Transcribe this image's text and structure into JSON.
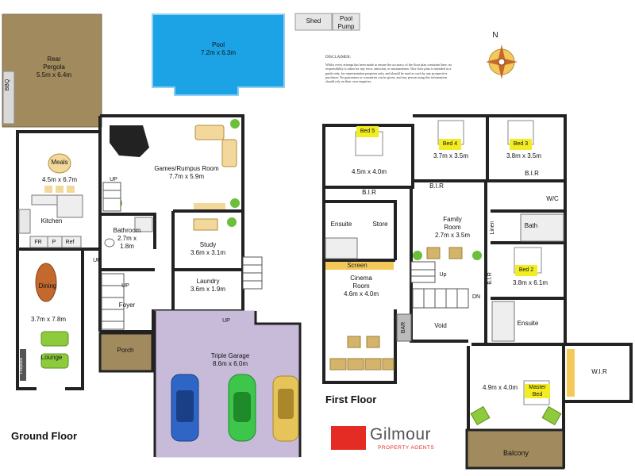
{
  "floors": {
    "ground_title": "Ground Floor",
    "first_title": "First Floor"
  },
  "outdoor": {
    "pool_name": "Pool",
    "pool_size": "7.2m x 6.3m",
    "shed": "Shed",
    "pool_pump_1": "Pool",
    "pool_pump_2": "Pump",
    "pergola_name_1": "Rear",
    "pergola_name_2": "Pergola",
    "pergola_size": "5.5m x 6.4m",
    "bbq": "BBQ"
  },
  "ground": {
    "meals": "Meals",
    "meals_size": "4.5m x 6.7m",
    "kitchen": "Kitchen",
    "fr": "FR",
    "p": "P",
    "ref": "Ref",
    "games_name": "Games/Rumpus Room",
    "games_size": "7.7m x 5.9m",
    "bathroom_name": "Bathroom",
    "bathroom_size_1": "2.7m x",
    "bathroom_size_2": "1.8m",
    "study_name": "Study",
    "study_size": "3.6m x 3.1m",
    "laundry_name": "Laundry",
    "laundry_size": "3.6m x 1.9m",
    "dining": "Dining",
    "lounge_size": "3.7m x 7.8m",
    "lounge": "Lounge",
    "fireplace": "Fireplace",
    "foyer": "Foyer",
    "porch": "Porch",
    "garage_name": "Triple Garage",
    "garage_size": "8.6m x 6.0m",
    "up": "UP"
  },
  "first": {
    "bed5": "Bed 5",
    "bed5_size": "4.5m x 4.0m",
    "bed4": "Bed 4",
    "bed4_size": "3.7m x 3.5m",
    "bed3": "Bed 3",
    "bed3_size": "3.8m x 3.5m",
    "bir": "B.I.R",
    "wc": "W/C",
    "ensuite": "Ensuite",
    "store": "Store",
    "family_name": "Family",
    "family_name_2": "Room",
    "family_size": "2.7m x 3.5m",
    "linen": "Linen",
    "bath": "Bath",
    "bed2": "Bed 2",
    "bed2_size": "3.8m x 6.1m",
    "screen": "Screen",
    "cinema_1": "Cinema",
    "cinema_2": "Room",
    "cinema_size": "4.6m x 4.0m",
    "up": "Up",
    "dn": "DN",
    "bar": "BAR",
    "void": "Void",
    "master_size": "4.9m x 4.0m",
    "master_1": "Master",
    "master_2": "Bed",
    "wir": "W.I.R",
    "balcony": "Balcony"
  },
  "compass": {
    "north": "N"
  },
  "disclaimer": {
    "heading": "DISCLAIMER:",
    "text": "Whilst every attempt has been made to ensure the accuracy of the floor plan contained here, no responsibility is taken for any error, omission, or misstatement. This floor plan is intended as a guide only, for representation purposes only, and should be used as such by any prospective purchaser. No guarantees or warranties can be given, and any person using this information should rely on their own enquiries."
  },
  "brand": {
    "name": "Gilmour",
    "sub": "PROPERTY AGENTS"
  },
  "colors": {
    "pool": "#1ba3e6",
    "pergola": "#a08a5e",
    "porch": "#a08a5e",
    "garage": "#c7bbd9",
    "bed_tag": "#f2ec22",
    "brand_red": "#e42c24"
  }
}
